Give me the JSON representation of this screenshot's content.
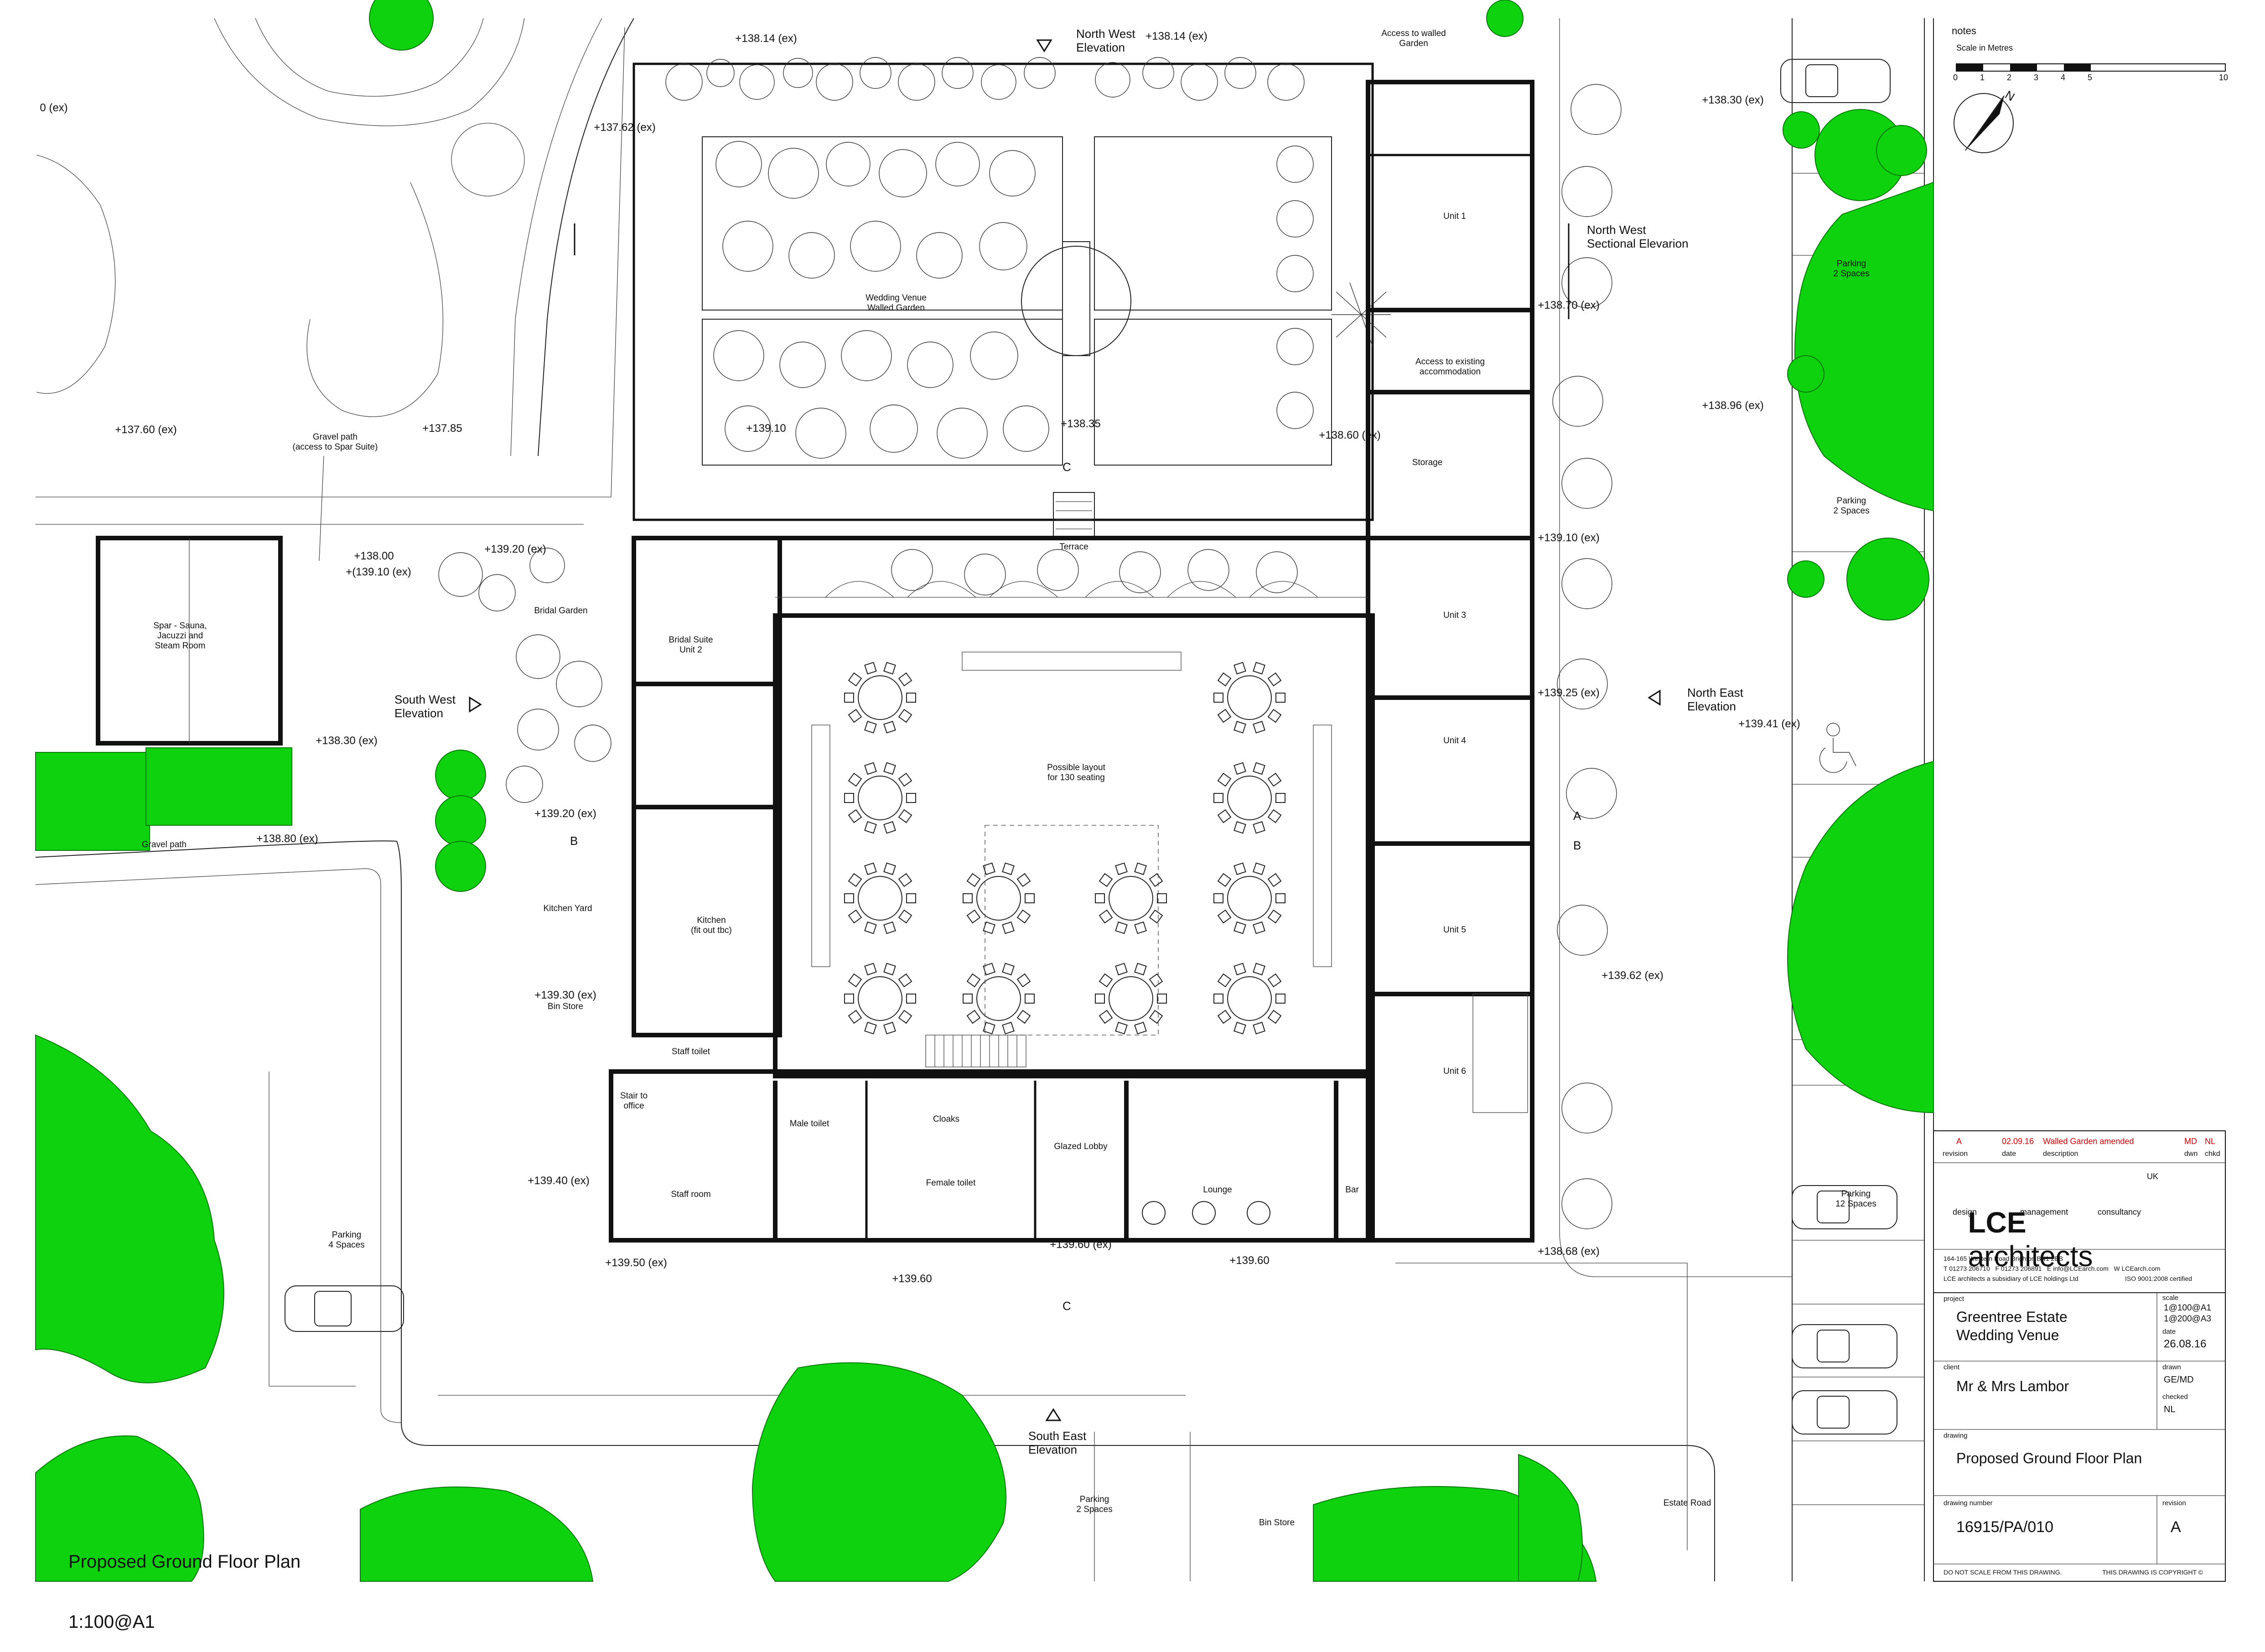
{
  "colors": {
    "tree_green": "#0fd20f",
    "revision_red": "#d40000",
    "line": "#111111"
  },
  "drawing_title": {
    "line1": "Proposed Ground Floor Plan",
    "line2": "1:100@A1"
  },
  "notes": {
    "heading": "notes",
    "scale_label": "Scale in Metres",
    "scale_ticks": [
      "0",
      "1",
      "2",
      "3",
      "4",
      "5",
      "10"
    ],
    "north_label": "N"
  },
  "rooms": {
    "walled_garden": "Wedding Venue\nWalled Garden",
    "access_walled": "Access to walled\nGarden",
    "unit1": "Unit 1",
    "access_existing": "Access to existing\naccommodation",
    "storage": "Storage",
    "terrace": "Terrace",
    "unit3": "Unit 3",
    "unit4": "Unit 4",
    "unit5": "Unit 5",
    "unit6": "Unit 6",
    "bridal_suite": "Bridal Suite\nUnit 2",
    "bridal_garden": "Bridal Garden",
    "layout": "Possible layout\nfor 130 seating",
    "kitchen": "Kitchen\n(fit out tbc)",
    "kitchen_yard": "Kitchen Yard",
    "bin_store_1": "Bin Store",
    "staff_toilet": "Staff toilet",
    "stair_office": "Stair to\noffice",
    "staff_room": "Staff room",
    "male_toilet": "Male toilet",
    "cloaks": "Cloaks",
    "female_toilet": "Female toilet",
    "glazed_lobby": "Glazed Lobby",
    "lounge": "Lounge",
    "bar": "Bar",
    "spar": "Spar - Sauna,\nJacuzzi and\nSteam Room",
    "gravel_path_top": "Gravel path\n(access to Spar Suite)",
    "gravel_path": "Gravel path",
    "parking_4": "Parking\n4 Spaces",
    "parking_2a": "Parking\n2 Spaces",
    "parking_2b": "Parking\n2 Spaces",
    "parking_12": "Parking\n12 Spaces",
    "parking_2c": "Parking\n2 Spaces",
    "bin_store_2": "Bin Store",
    "estate_road": "Estate Road"
  },
  "elevations": {
    "nw": "North West\nElevation",
    "nw_sectional": "North West\nSectional Elevarion",
    "ne": "North East\nElevation",
    "sw": "South West\nElevation",
    "se": "South East\nElevation",
    "sec_c": "C",
    "sec_b": "B",
    "sec_a": "A"
  },
  "levels": {
    "l1": "+138.14 (ex)",
    "l2": "+138.14 (ex)",
    "l3": "+137.62 (ex)",
    "l4": "+138.30 (ex)",
    "l5": "+138.70 (ex)",
    "l6": "+137.60 (ex)",
    "l7": "+137.85",
    "l8": "+139.10",
    "l9": "+138.35",
    "l10": "+138.60 (ex)",
    "l11": "+138.96 (ex)",
    "l12": "+139.20 (ex)",
    "l13": "+139.10 (ex)",
    "l14": "+138.00",
    "l15": "+(139.10 (ex)",
    "l16": "+139.25 (ex)",
    "l17": "+139.41 (ex)",
    "l18": "+138.30 (ex)",
    "l19": "+139.20 (ex)",
    "l20": "+138.80 (ex)",
    "l21": "+139.30 (ex)",
    "l22": "+139.62 (ex)",
    "l23": "+139.40 (ex)",
    "l24": "+139.50 (ex)",
    "l25": "+139.60",
    "l26": "+139.60 (ex)",
    "l27": "+139.60",
    "l28": "+138.68 (ex)",
    "l29": "0 (ex)"
  },
  "title_block": {
    "revision": {
      "rev": "A",
      "date": "02.09.16",
      "description": "Walled Garden amended",
      "dwn": "MD",
      "chkd": "NL"
    },
    "revision_headers": {
      "rev": "revision",
      "date": "date",
      "description": "description",
      "dwn": "dwn",
      "chkd": "chkd"
    },
    "firm": {
      "name_bold": "LCE",
      "name": "architects",
      "uk": "UK",
      "tagline": [
        "design",
        "management",
        "consultancy"
      ]
    },
    "address": "164-165 Western Road Brighton BN1 2BB",
    "contact": "T 01273 206710   F 01273 206891   E info@LCEarch.com   W LCEarch.com",
    "subsidiary": "LCE architects a subsidiary of LCE holdings Ltd",
    "iso": "ISO 9001:2008 certified",
    "project_label": "project",
    "project_line1": "Greentree Estate",
    "project_line2": "Wedding Venue",
    "scale_label": "scale",
    "scale_1": "1@100@A1",
    "scale_2": "1@200@A3",
    "date_label": "date",
    "date": "26.08.16",
    "client_label": "client",
    "client": "Mr & Mrs Lambor",
    "drawn_label": "drawn",
    "drawn": "GE/MD",
    "checked_label": "checked",
    "checked": "NL",
    "drawing_label": "drawing",
    "drawing": "Proposed Ground Floor Plan",
    "number_label": "drawing number",
    "number": "16915/PA/010",
    "rev_label": "revision",
    "rev_value": "A",
    "footer_left": "DO NOT SCALE FROM THIS DRAWING.",
    "footer_right": "THIS DRAWING IS COPYRIGHT ©"
  }
}
